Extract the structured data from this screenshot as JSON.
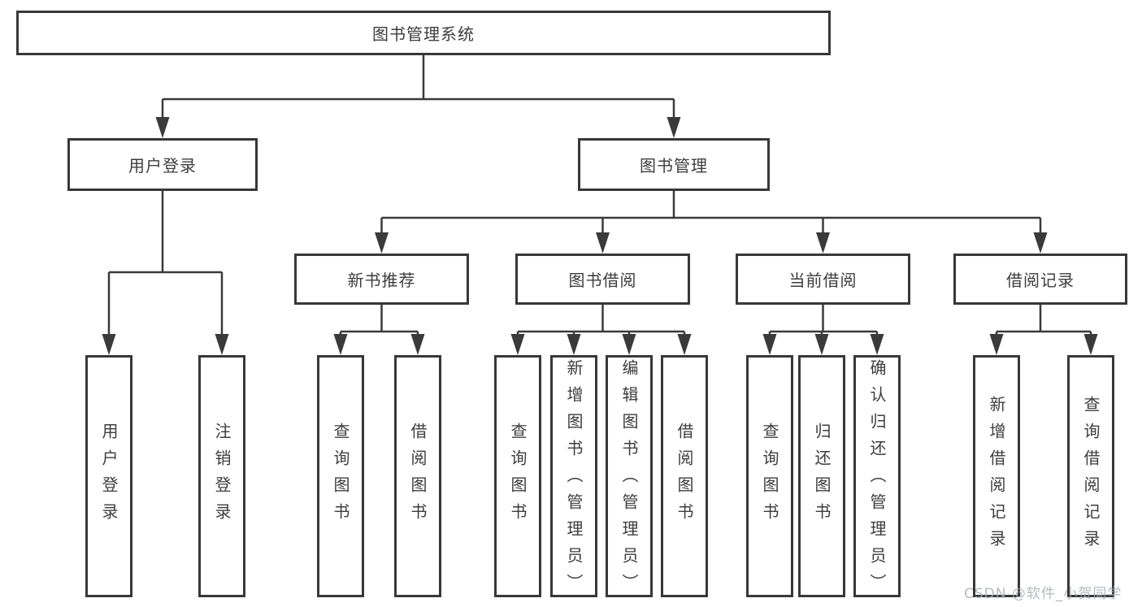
{
  "watermark": "CSDN @软件_小贺同学",
  "colors": {
    "line": "#3a3a3a",
    "border": "#383838",
    "text": "#3d3d3d",
    "background": "#ffffff",
    "watermark": "#a9aeb4"
  },
  "tree": {
    "label": "图书管理系统",
    "children": [
      {
        "label": "用户登录",
        "children": [
          {
            "label": "用户登录"
          },
          {
            "label": "注销登录"
          }
        ]
      },
      {
        "label": "图书管理",
        "children": [
          {
            "label": "新书推荐",
            "children": [
              {
                "label": "查询图书"
              },
              {
                "label": "借阅图书"
              }
            ]
          },
          {
            "label": "图书借阅",
            "children": [
              {
                "label": "查询图书"
              },
              {
                "label": "新增图书（管理员）"
              },
              {
                "label": "编辑图书（管理员）"
              },
              {
                "label": "借阅图书"
              }
            ]
          },
          {
            "label": "当前借阅",
            "children": [
              {
                "label": "查询图书"
              },
              {
                "label": "归还图书"
              },
              {
                "label": "确认归还（管理员）"
              }
            ]
          },
          {
            "label": "借阅记录",
            "children": [
              {
                "label": "新增借阅记录"
              },
              {
                "label": "查询借阅记录"
              }
            ]
          }
        ]
      }
    ]
  }
}
